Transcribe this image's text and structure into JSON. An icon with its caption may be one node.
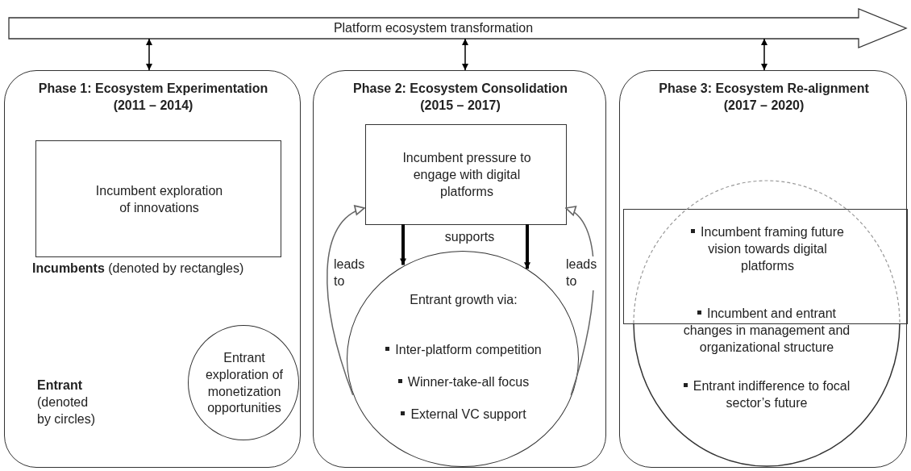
{
  "diagram": {
    "nodes": [
      {
        "text": [
          "Platform ecosystem transformation"
        ]
      },
      {
        "text": [
          "Phase 1: Ecosystem Experimentation (2011 – 2014)"
        ]
      },
      {
        "text": [
          "Incumbent exploration of innovations"
        ],
        "in": 1
      },
      {
        "text": [
          "Entrant exploration of monetization opportunities"
        ],
        "in": 1
      },
      {
        "text": [
          "Phase 2: Ecosystem Consolidation (2015 – 2017)"
        ]
      },
      {
        "text": [
          "Incumbent pressure to engage with digital platforms"
        ],
        "in": 4
      },
      {
        "text": [
          "Entrant growth via:",
          "Inter-platform competition",
          "Winner-take-all focus",
          "External VC support"
        ],
        "in": 4
      },
      {
        "text": [
          "Phase 3: Ecosystem Re-alignment (2017 – 2020)"
        ]
      },
      {
        "text": [
          "Incumbent framing future vision towards digital platforms"
        ],
        "in": 7
      },
      {
        "text": [
          "Incumbent and entrant changes in management and organizational structure",
          "Entrant indifference to focal sector’s future"
        ],
        "in": 7
      }
    ],
    "edges": [
      {
        "from": 0,
        "to": 1,
        "arrow": "both"
      },
      {
        "from": 0,
        "to": 4,
        "arrow": "both"
      },
      {
        "from": 0,
        "to": 7,
        "arrow": "both"
      },
      {
        "from": 5,
        "to": 6,
        "arrow": "to",
        "style": "thick"
      },
      {
        "from": 5,
        "to": 6,
        "arrow": "to",
        "style": "thick"
      },
      {
        "from": 6,
        "to": 5,
        "arrow": "to",
        "label": "leads to",
        "color": "#666666"
      },
      {
        "from": 6,
        "to": 5,
        "arrow": "to",
        "label": "leads to",
        "color": "#666666"
      }
    ],
    "labels": [
      "**Incumbents** (denoted by rectangles)",
      "**Entrant** (denoted by circles)",
      "supports"
    ]
  }
}
